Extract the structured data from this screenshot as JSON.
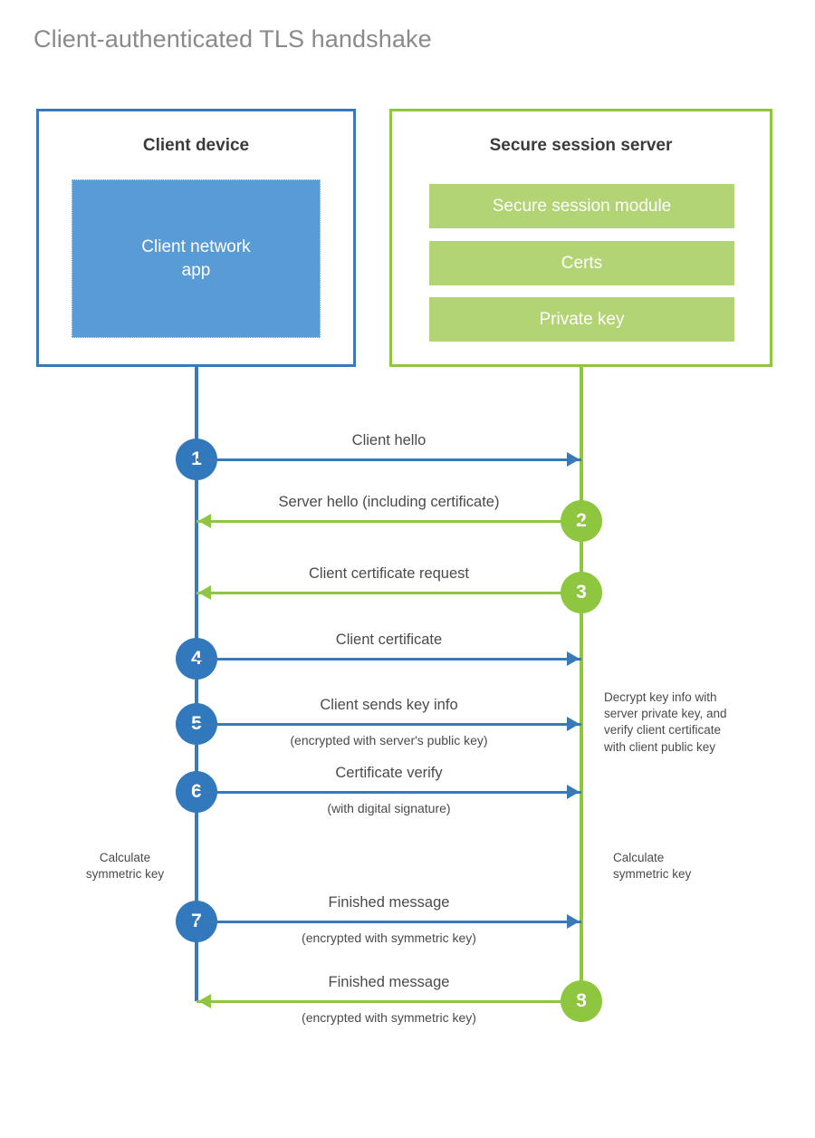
{
  "title": "Client-authenticated TLS handshake",
  "colors": {
    "blue_border": "#3a79b8",
    "blue_fill": "#599bd4",
    "blue_circle": "#3178bd",
    "green_border": "#8fc63f",
    "green_fill": "#b2d474",
    "green_circle": "#8fc63f",
    "title_text": "#8a8a8a",
    "body_text": "#4a4a4a"
  },
  "client": {
    "title": "Client device",
    "app_label": "Client network\napp"
  },
  "server": {
    "title": "Secure session server",
    "components": [
      {
        "label": "Secure session module"
      },
      {
        "label": "Certs"
      },
      {
        "label": "Private key"
      }
    ]
  },
  "messages": [
    {
      "number": "1",
      "label": "Client hello",
      "sublabel": "",
      "direction": "client-to-server",
      "color": "blue"
    },
    {
      "number": "2",
      "label": "Server hello (including certificate)",
      "sublabel": "",
      "direction": "server-to-client",
      "color": "green"
    },
    {
      "number": "3",
      "label": "Client certificate request",
      "sublabel": "",
      "direction": "server-to-client",
      "color": "green"
    },
    {
      "number": "4",
      "label": "Client certificate",
      "sublabel": "",
      "direction": "client-to-server",
      "color": "blue"
    },
    {
      "number": "5",
      "label": "Client sends key info",
      "sublabel": "(encrypted with server's public key)",
      "direction": "client-to-server",
      "color": "blue"
    },
    {
      "number": "6",
      "label": "Certificate verify",
      "sublabel": "(with digital signature)",
      "direction": "client-to-server",
      "color": "blue"
    },
    {
      "number": "7",
      "label": "Finished message",
      "sublabel": "(encrypted with symmetric key)",
      "direction": "client-to-server",
      "color": "blue"
    },
    {
      "number": "8",
      "label": "Finished message",
      "sublabel": "(encrypted with symmetric key)",
      "direction": "server-to-client",
      "color": "green"
    }
  ],
  "annotations": {
    "server_decrypt": "Decrypt key info with\nserver private key, and\nverify client certificate\nwith client public key",
    "client_calculate": "Calculate\nsymmetric key",
    "server_calculate": "Calculate\nsymmetric key"
  }
}
